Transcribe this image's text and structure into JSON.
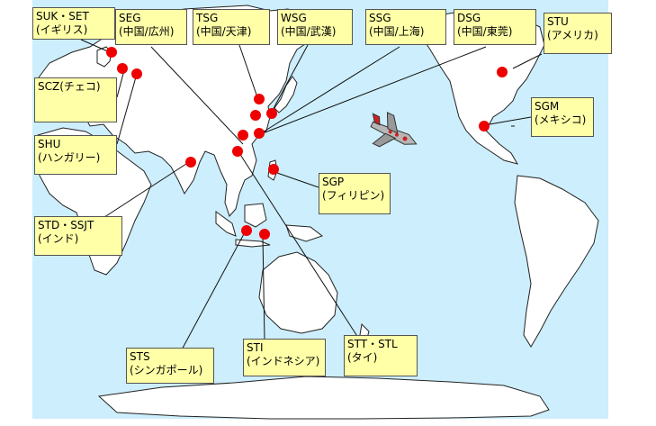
{
  "locations": [
    {
      "id": "suk",
      "code": "SUK・SET",
      "country": "(イギリス)"
    },
    {
      "id": "seg",
      "code": "SEG",
      "country": "(中国/広州)"
    },
    {
      "id": "tsg",
      "code": "TSG",
      "country": "(中国/天津)"
    },
    {
      "id": "wsg",
      "code": "WSG",
      "country": "(中国/武漢)"
    },
    {
      "id": "ssg",
      "code": "SSG",
      "country": "(中国/上海)"
    },
    {
      "id": "dsg",
      "code": "DSG",
      "country": "(中国/東莞)"
    },
    {
      "id": "stu",
      "code": "STU",
      "country": "(アメリカ)"
    },
    {
      "id": "scz",
      "code": "SCZ(チェコ)",
      "country": ""
    },
    {
      "id": "sgm",
      "code": "SGM",
      "country": "(メキシコ)"
    },
    {
      "id": "shu",
      "code": "SHU",
      "country": "(ハンガリー)"
    },
    {
      "id": "sgp",
      "code": "SGP",
      "country": "(フィリピン)"
    },
    {
      "id": "std",
      "code": "STD・SSJT",
      "country": "(インド)"
    },
    {
      "id": "sts",
      "code": "STS",
      "country": "(シンガポール)"
    },
    {
      "id": "sti",
      "code": "STI",
      "country": "(インドネシア)"
    },
    {
      "id": "stt",
      "code": "STT・STL",
      "country": "(タイ)"
    }
  ],
  "colors": {
    "ocean": "#cdeefc",
    "land": "#ffffff",
    "marker": "#ee0000",
    "label_bg": "#ffffa8"
  },
  "icons": [
    "airplane-icon"
  ]
}
